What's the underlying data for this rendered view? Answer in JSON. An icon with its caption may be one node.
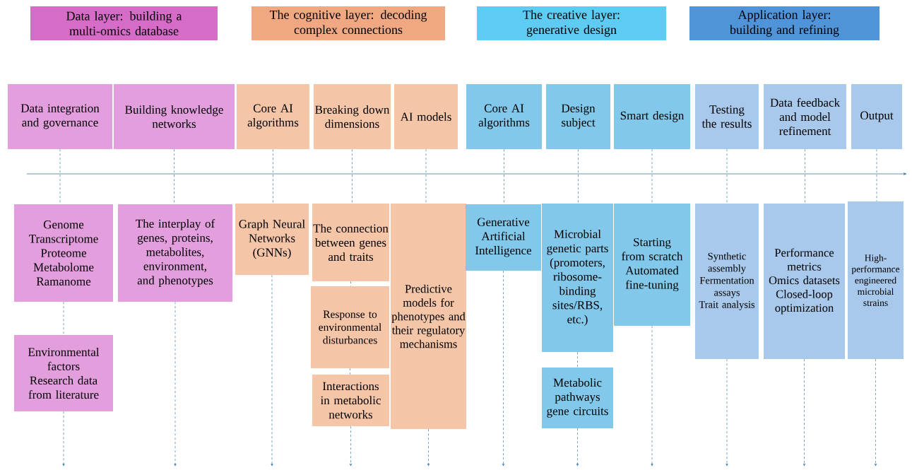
{
  "diagram": {
    "nodes": [
      {
        "text": [
          "Data layer: building a multi-omics database"
        ]
      },
      {
        "text": [
          "The cognitive layer: decoding complex connections"
        ]
      },
      {
        "text": [
          "The creative layer: generative design"
        ]
      },
      {
        "text": [
          "Application layer: building and refining"
        ]
      },
      {
        "text": [
          "Data integration and governance"
        ]
      },
      {
        "text": [
          "Building knowledge networks"
        ]
      },
      {
        "text": [
          "Core AI algorithms"
        ]
      },
      {
        "text": [
          "Breaking down dimensions"
        ]
      },
      {
        "text": [
          "AI models"
        ]
      },
      {
        "text": [
          "Core AI algorithms"
        ]
      },
      {
        "text": [
          "Design subject"
        ]
      },
      {
        "text": [
          "Smart design"
        ]
      },
      {
        "text": [
          "Testing the results"
        ]
      },
      {
        "text": [
          "Data feedback and model refinement"
        ]
      },
      {
        "text": [
          "Output"
        ]
      },
      {
        "text": [
          "Genome",
          "Transcriptome",
          "Proteome",
          "Metabolome",
          "Ramanome"
        ]
      },
      {
        "text": [
          "Environmental factors",
          "Research data from literature"
        ]
      },
      {
        "text": [
          "The interplay of genes, proteins, metabolites, environment, and phenotypes"
        ]
      },
      {
        "text": [
          "Graph Neural Networks (GNNs)"
        ]
      },
      {
        "text": [
          "The connection between genes and traits"
        ]
      },
      {
        "text": [
          "Response to environmental disturbances"
        ]
      },
      {
        "text": [
          "Interactions in metabolic networks"
        ]
      },
      {
        "text": [
          "Predictive models for phenotypes and their regulatory mechanisms"
        ]
      },
      {
        "text": [
          "Generative Artificial Intelligence"
        ]
      },
      {
        "text": [
          "Microbial genetic parts (promoters, ribosome-binding sites/RBS, etc.)"
        ]
      },
      {
        "text": [
          "Metabolic pathways",
          "gene circuits"
        ]
      },
      {
        "text": [
          "Starting from scratch",
          "Automated fine-tuning"
        ]
      },
      {
        "text": [
          "Synthetic assembly",
          "Fermentation assays",
          "Trait analysis"
        ]
      },
      {
        "text": [
          "Performance metrics",
          "Omics datasets",
          "Closed-loop optimization"
        ]
      },
      {
        "text": [
          "High-performance engineered microbial strains"
        ]
      }
    ],
    "edges": [
      {
        "from": 4,
        "to": 15,
        "arrow": "none",
        "style": "dashed"
      },
      {
        "from": 15,
        "to": 16,
        "arrow": "none",
        "style": "dashed"
      },
      {
        "from": 16,
        "to": null,
        "arrow": "to",
        "style": "dashed"
      },
      {
        "from": 5,
        "to": 17,
        "arrow": "none",
        "style": "dashed"
      },
      {
        "from": 17,
        "to": null,
        "arrow": "to",
        "style": "dashed"
      },
      {
        "from": 6,
        "to": 18,
        "arrow": "none",
        "style": "dashed"
      },
      {
        "from": 18,
        "to": null,
        "arrow": "to",
        "style": "dashed"
      },
      {
        "from": 7,
        "to": 19,
        "arrow": "none",
        "style": "dashed"
      },
      {
        "from": 19,
        "to": 20,
        "arrow": "none",
        "style": "dashed"
      },
      {
        "from": 20,
        "to": 21,
        "arrow": "none",
        "style": "dashed"
      },
      {
        "from": 21,
        "to": null,
        "arrow": "to",
        "style": "dashed"
      },
      {
        "from": 8,
        "to": 22,
        "arrow": "none",
        "style": "dashed"
      },
      {
        "from": 22,
        "to": null,
        "arrow": "to",
        "style": "dashed"
      },
      {
        "from": 9,
        "to": 23,
        "arrow": "none",
        "style": "dashed"
      },
      {
        "from": 23,
        "to": null,
        "arrow": "to",
        "style": "dashed"
      },
      {
        "from": 10,
        "to": 24,
        "arrow": "none",
        "style": "dashed"
      },
      {
        "from": 24,
        "to": 25,
        "arrow": "none",
        "style": "dashed"
      },
      {
        "from": 25,
        "to": null,
        "arrow": "to",
        "style": "dashed"
      },
      {
        "from": 11,
        "to": 26,
        "arrow": "none",
        "style": "dashed"
      },
      {
        "from": 26,
        "to": null,
        "arrow": "to",
        "style": "dashed"
      },
      {
        "from": 12,
        "to": 27,
        "arrow": "none",
        "style": "dashed"
      },
      {
        "from": 27,
        "to": null,
        "arrow": "to",
        "style": "dashed"
      },
      {
        "from": 13,
        "to": 28,
        "arrow": "none",
        "style": "dashed"
      },
      {
        "from": 28,
        "to": null,
        "arrow": "to",
        "style": "dashed"
      },
      {
        "from": 14,
        "to": 29,
        "arrow": "none",
        "style": "dashed"
      },
      {
        "from": 29,
        "to": null,
        "arrow": "to",
        "style": "dashed"
      }
    ]
  }
}
